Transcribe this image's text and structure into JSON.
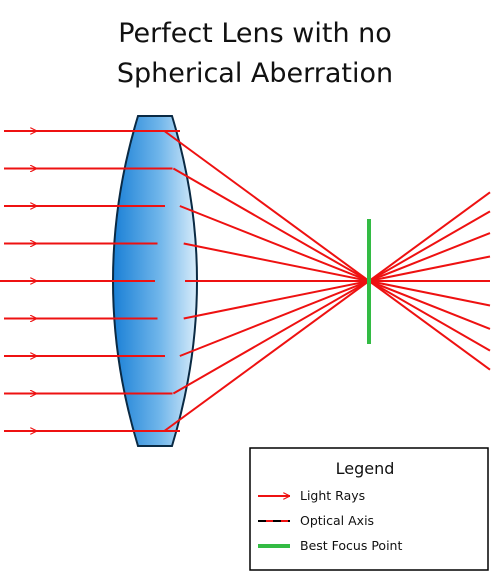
{
  "title": {
    "line1": "Perfect Lens with no",
    "line2": "Spherical Aberration"
  },
  "legend": {
    "heading": "Legend",
    "items": [
      {
        "label": "Light Rays",
        "symbol": "red-arrow"
      },
      {
        "label": "Optical Axis",
        "symbol": "black-red-dashed-line"
      },
      {
        "label": "Best Focus Point",
        "symbol": "green-bar"
      }
    ]
  },
  "colors": {
    "ray": "#ee1111",
    "axis": "#000000",
    "focus": "#33bb44",
    "lens_dark": "#1e88d8",
    "lens_light": "#cfe6f7",
    "lens_outline": "#0a2a44"
  },
  "diagram": {
    "ray_count": 9,
    "rays_converge_to_single_focus": true
  }
}
